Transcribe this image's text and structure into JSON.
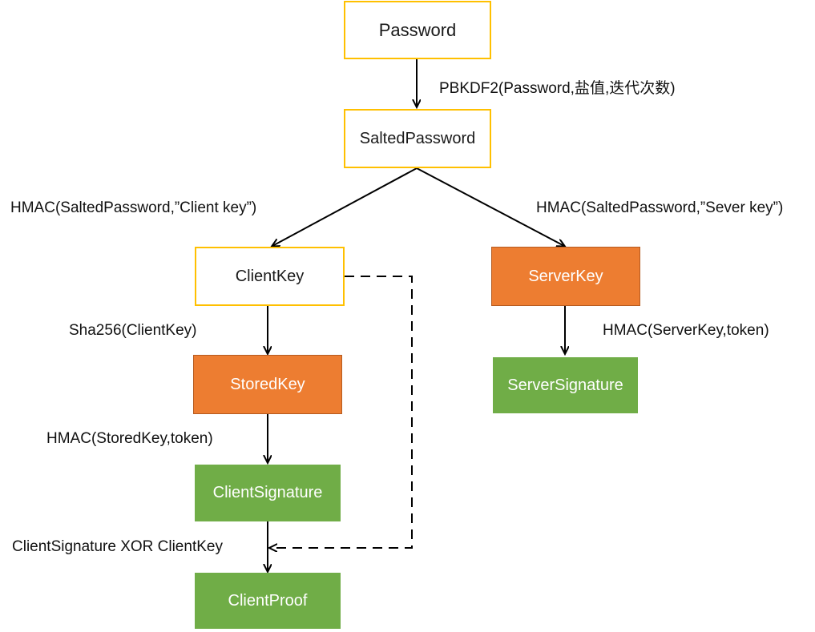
{
  "nodes": {
    "password": "Password",
    "salted_password": "SaltedPassword",
    "client_key": "ClientKey",
    "server_key": "ServerKey",
    "stored_key": "StoredKey",
    "server_signature": "ServerSignature",
    "client_signature": "ClientSignature",
    "client_proof": "ClientProof"
  },
  "edges": {
    "pbkdf2": "PBKDF2(Password,盐值,迭代次数)",
    "hmac_client": "HMAC(SaltedPassword,”Client key”)",
    "hmac_server": "HMAC(SaltedPassword,”Sever key”)",
    "sha256": "Sha256(ClientKey)",
    "hmac_serverkey": "HMAC(ServerKey,token)",
    "hmac_storedkey": "HMAC(StoredKey,token)",
    "xor": "ClientSignature XOR ClientKey"
  },
  "colors": {
    "outline": "#ffc000",
    "orange": "#ed7d31",
    "green": "#70ad47",
    "arrow": "#000000"
  }
}
